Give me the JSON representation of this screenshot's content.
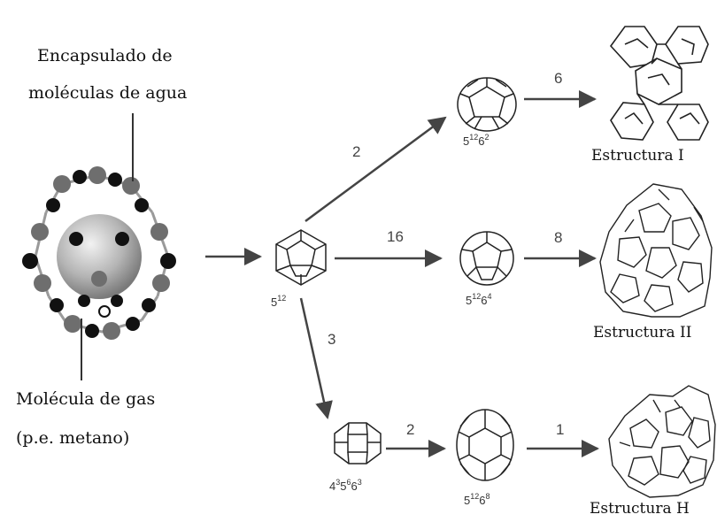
{
  "labels": {
    "encapsulated_line1": "Encapsulado de",
    "encapsulated_line2": "moléculas de agua",
    "gas_line1": "Molécula de gas",
    "gas_line2": "(p.e. metano)"
  },
  "cages": {
    "c512": {
      "base1": "5",
      "exp1": "12"
    },
    "c51262": {
      "base1": "5",
      "exp1": "12",
      "base2": "6",
      "exp2": "2"
    },
    "c51264": {
      "base1": "5",
      "exp1": "12",
      "base2": "6",
      "exp2": "4"
    },
    "c435663": {
      "base1": "4",
      "exp1": "3",
      "base2": "5",
      "exp2": "6",
      "base3": "6",
      "exp3": "3"
    },
    "c51268": {
      "base1": "5",
      "exp1": "12",
      "base2": "6",
      "exp2": "8"
    }
  },
  "counts": {
    "to_51262": "2",
    "to_51264": "16",
    "to_435663": "3",
    "s1": "6",
    "s2": "8",
    "h_mid": "2",
    "h": "1"
  },
  "structures": {
    "s1": "Estructura I",
    "s2": "Estructura II",
    "h": "Estructura H"
  },
  "colors": {
    "arrow": "#444444",
    "cage_line": "#222222",
    "gas_sphere": "#b8b8b8",
    "water_dark": "#111111",
    "water_grey": "#6e6e6e"
  }
}
